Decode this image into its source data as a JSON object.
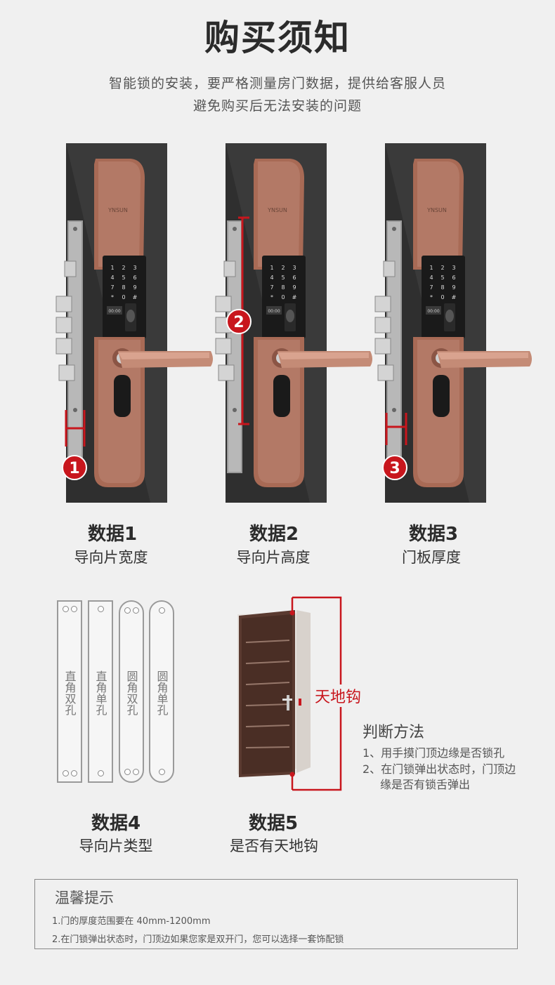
{
  "header": {
    "title": "购买须知",
    "subtitle_line1": "智能锁的安装，要严格测量房门数据，提供给客服人员",
    "subtitle_line2": "避免购买后无法安装的问题"
  },
  "locks": [
    {
      "badge": "1",
      "title": "数据1",
      "subtitle": "导向片宽度"
    },
    {
      "badge": "2",
      "title": "数据2",
      "subtitle": "导向片高度"
    },
    {
      "badge": "3",
      "title": "数据3",
      "subtitle": "门板厚度"
    }
  ],
  "lock_brand": "YNSUN",
  "lock_screen": "00:00",
  "keypad": [
    "1",
    "2",
    "3",
    "4",
    "5",
    "6",
    "7",
    "8",
    "9",
    "*",
    "0",
    "#"
  ],
  "plates": [
    {
      "label": "直角双孔",
      "shape": "rect",
      "holes": 2
    },
    {
      "label": "直角单孔",
      "shape": "rect",
      "holes": 1
    },
    {
      "label": "圆角双孔",
      "shape": "round",
      "holes": 2
    },
    {
      "label": "圆角单孔",
      "shape": "round",
      "holes": 1
    }
  ],
  "data4": {
    "title": "数据4",
    "subtitle": "导向片类型"
  },
  "data5": {
    "title": "数据5",
    "subtitle": "是否有天地钩"
  },
  "hook_label": "天地钩",
  "method": {
    "title": "判断方法",
    "line1": "1、用手摸门顶边缘是否锁孔",
    "line2": "2、在门锁弹出状态时，门顶边",
    "line3": "缘是否有锁舌弹出"
  },
  "tips": {
    "title": "温馨提示",
    "tip1": "1.门的厚度范围要在 40mm-1200mm",
    "tip2": "2.在门锁弹出状态时，门顶边如果您家是双开门，您可以选择一套饰配锁"
  },
  "colors": {
    "accent_red": "#c8161d",
    "panel_dark": "#2f2f2f",
    "bronze": "#a86a55"
  }
}
